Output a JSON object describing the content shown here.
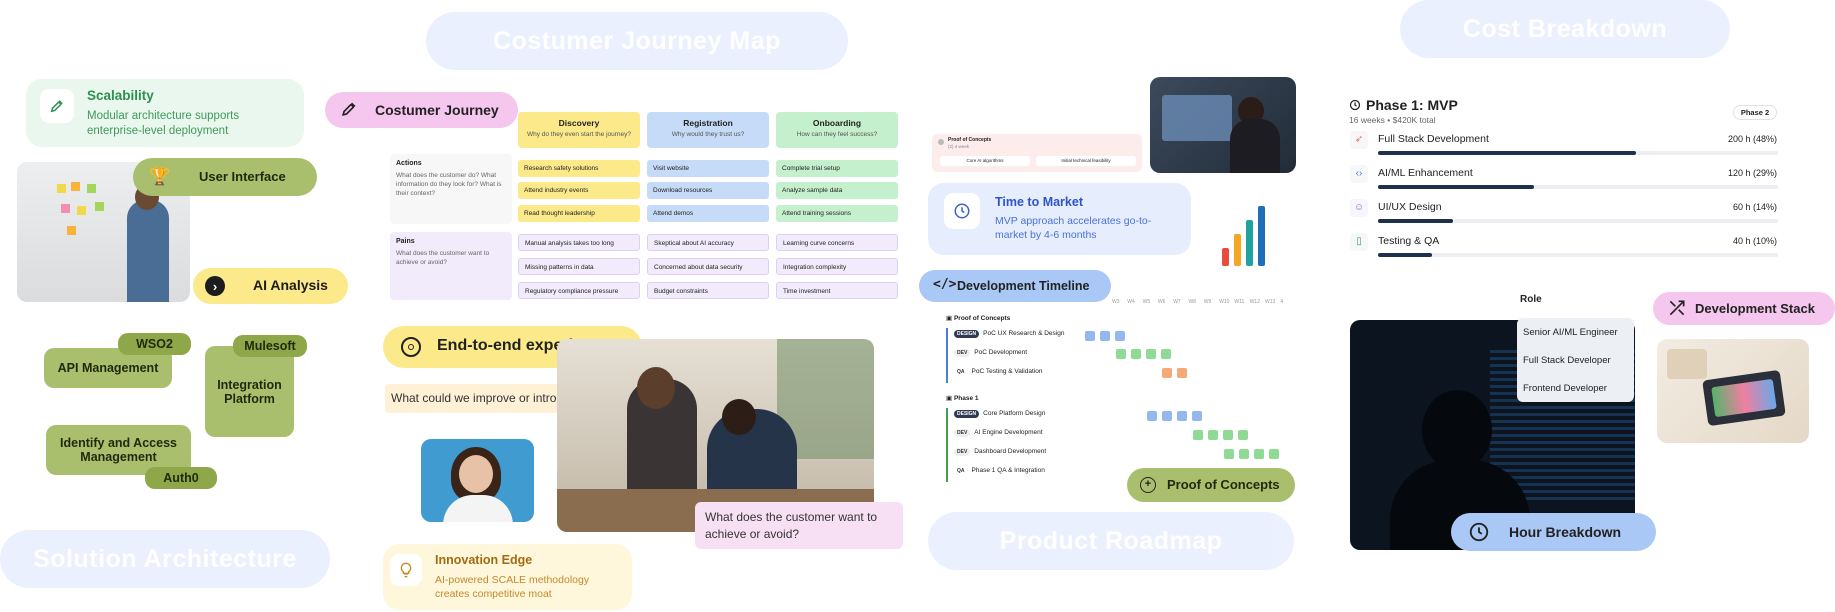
{
  "ghost_titles": {
    "journey_map": "Costumer Journey Map",
    "cost_breakdown": "Cost Breakdown",
    "solution_architecture": "Solution Architecture",
    "product_roadmap": "Product Roadmap"
  },
  "scalability": {
    "title": "Scalability",
    "desc_line1": "Modular architecture supports",
    "desc_line2": "enterprise-level deployment",
    "icon": "rocket-icon"
  },
  "user_interface": {
    "label": "User Interface",
    "icon": "trophy-icon"
  },
  "ai_analysis": {
    "label": "AI Analysis",
    "icon": "chevron-right-icon"
  },
  "architecture": {
    "wso2": "WSO2",
    "api": "API Management",
    "mulesoft": "Mulesoft",
    "integration_line1": "Integration",
    "integration_line2": "Platform",
    "iam_line1": "Identify and Access",
    "iam_line2": "Management",
    "auth0": "Auth0"
  },
  "journey": {
    "pill": "Costumer Journey",
    "columns": [
      {
        "title": "Discovery",
        "subtitle": "Why do they even start the journey?"
      },
      {
        "title": "Registration",
        "subtitle": "Why would they trust us?"
      },
      {
        "title": "Onboarding",
        "subtitle": "How can they feel success?"
      }
    ],
    "actions": {
      "title": "Actions",
      "desc": "What does the customer do? What information do they look for? What is their context?"
    },
    "pains": {
      "title": "Pains",
      "desc": "What does the customer want to achieve or avoid?"
    },
    "action_cells": [
      [
        "Research safety solutions",
        "Attend industry events",
        "Read thought leadership"
      ],
      [
        "Visit website",
        "Download resources",
        "Attend demos"
      ],
      [
        "Complete trial setup",
        "Analyze sample data",
        "Attend training sessions"
      ]
    ],
    "pain_cells": [
      [
        "Manual analysis takes too long",
        "Missing patterns in data",
        "Regulatory compliance pressure"
      ],
      [
        "Skeptical about AI accuracy",
        "Concerned about data security",
        "Budget constraints"
      ],
      [
        "Learning curve concerns",
        "Integration complexity",
        "Time investment"
      ]
    ]
  },
  "experience": {
    "label": "End-to-end experience",
    "question1": "What could we improve or introduce?",
    "question2_line1": "What does the customer want to",
    "question2_line2": "achieve or avoid?"
  },
  "innovation": {
    "title": "Innovation Edge",
    "desc_line1": "AI-powered SCALE methodology",
    "desc_line2": "creates competitive moat"
  },
  "roadmap": {
    "mini_card": {
      "title": "Proof of Concepts",
      "sub": "(2) 4 week",
      "btn1": "Core AI algorithms",
      "btn2": "Initial technical feasibility"
    },
    "time_to_market": {
      "title": "Time to Market",
      "desc_line1": "MVP approach accelerates go-to-",
      "desc_line2": "market by 4-6 months"
    },
    "timeline_pill": "Development Timeline",
    "weeks": [
      "W3",
      "W4",
      "W5",
      "W6",
      "W7",
      "W8",
      "W9",
      "W10",
      "W11",
      "W12",
      "W13",
      "4"
    ],
    "poc_header": "Proof of Concepts",
    "phase1_header": "Phase 1",
    "rows": [
      {
        "badge": "DESIGN",
        "label": "PoC UX Research & Design"
      },
      {
        "badge": "DEV",
        "label": "PoC Development"
      },
      {
        "badge": "QA",
        "label": "PoC Testing & Validation"
      },
      {
        "badge": "DESIGN",
        "label": "Core Platform Design"
      },
      {
        "badge": "DEV",
        "label": "AI Engine Development"
      },
      {
        "badge": "DEV",
        "label": "Dashboard Development"
      },
      {
        "badge": "QA",
        "label": "Phase 1 QA & Integration"
      }
    ],
    "poc_pill": "Proof of Concepts"
  },
  "cost": {
    "phase_title": "Phase 1: MVP",
    "phase_sub": "16 weeks • $420K total",
    "phase2_tag": "Phase 2",
    "items": [
      {
        "label": "Full Stack Development",
        "value": "200 h (48%)",
        "pct": 48,
        "icon": "rocket-icon",
        "color": "#e0763a"
      },
      {
        "label": "AI/ML Enhancement",
        "value": "120 h (29%)",
        "pct": 29,
        "icon": "code-icon",
        "color": "#3d7be0"
      },
      {
        "label": "UI/UX Design",
        "value": "60 h (14%)",
        "pct": 14,
        "icon": "users-icon",
        "color": "#a35ad6"
      },
      {
        "label": "Testing & QA",
        "value": "40 h (10%)",
        "pct": 10,
        "icon": "test-tube-icon",
        "color": "#3fa34d"
      }
    ],
    "role_header": "Role",
    "roles": [
      "Senior AI/ML Engineer",
      "Full Stack Developer",
      "Frontend Developer"
    ],
    "dev_stack": "Development Stack",
    "hour_breakdown": "Hour Breakdown"
  },
  "colors": {
    "green_card": "#eaf7ee",
    "yellow": "#fbe98a",
    "pink": "#f5c6ee",
    "blue_card": "#e6edfd",
    "olive": "#a9bf6e",
    "olive_dark": "#8da749",
    "light_blue": "#a9c8f5"
  }
}
